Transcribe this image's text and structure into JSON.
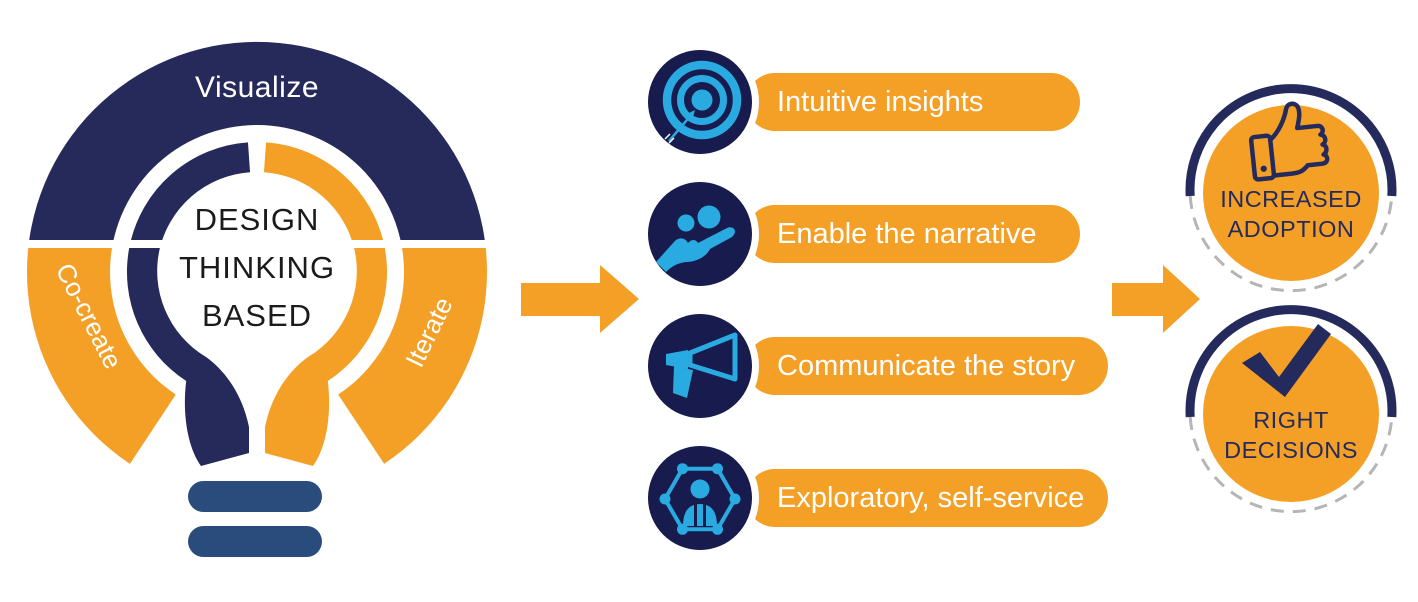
{
  "colors": {
    "navy": "#262A5B",
    "navy_dark": "#171B4D",
    "badge_navy": "#252A5C",
    "orange": "#F4A026",
    "light_blue": "#29ABE2",
    "steel_blue": "#2A4C7D",
    "dash_gray": "#B5B5B5",
    "center_text": "#1B1B1B"
  },
  "bulb": {
    "ring": {
      "top_label": "Visualize",
      "left_label": "Co-create",
      "right_label": "Iterate"
    },
    "center": {
      "line1": "DESIGN",
      "line2": "THINKING",
      "line3": "BASED"
    }
  },
  "features": [
    {
      "icon": "target-dart-icon",
      "label": "Intuitive insights"
    },
    {
      "icon": "hand-person-icon",
      "label": "Enable the narrative"
    },
    {
      "icon": "megaphone-icon",
      "label": "Communicate the story"
    },
    {
      "icon": "network-person-icon",
      "label": "Exploratory, self-service"
    }
  ],
  "outcomes": [
    {
      "icon": "thumbs-up-icon",
      "line1": "INCREASED",
      "line2": "ADOPTION"
    },
    {
      "icon": "checkmark-icon",
      "line1": "RIGHT",
      "line2": "DECISIONS"
    }
  ]
}
